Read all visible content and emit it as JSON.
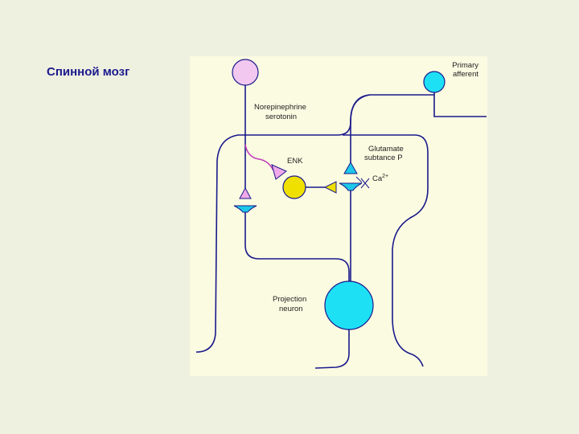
{
  "slide": {
    "title": "Спинной мозг"
  },
  "diagram": {
    "labels": {
      "primary_afferent_1": "Primary",
      "primary_afferent_2": "afferent",
      "norepinephrine": "Norepinephrine",
      "serotonin": "serotonin",
      "enk": "ENK",
      "glutamate": "Glutamate",
      "substance_p": "subtance P",
      "calcium": "Ca",
      "calcium_charge": "2+",
      "projection": "Projection",
      "neuron": "neuron"
    },
    "colors": {
      "panel": "#fbfbe2",
      "line": "#1a1a8c",
      "pink_neuron": "#f2c8f0",
      "cyan_neuron": "#1ee0f5",
      "yellow_neuron": "#f0e000",
      "pink_terminal": "#f0a8e8",
      "cyan_terminal": "#1ec8e8",
      "yellow_terminal": "#f0e000"
    }
  }
}
